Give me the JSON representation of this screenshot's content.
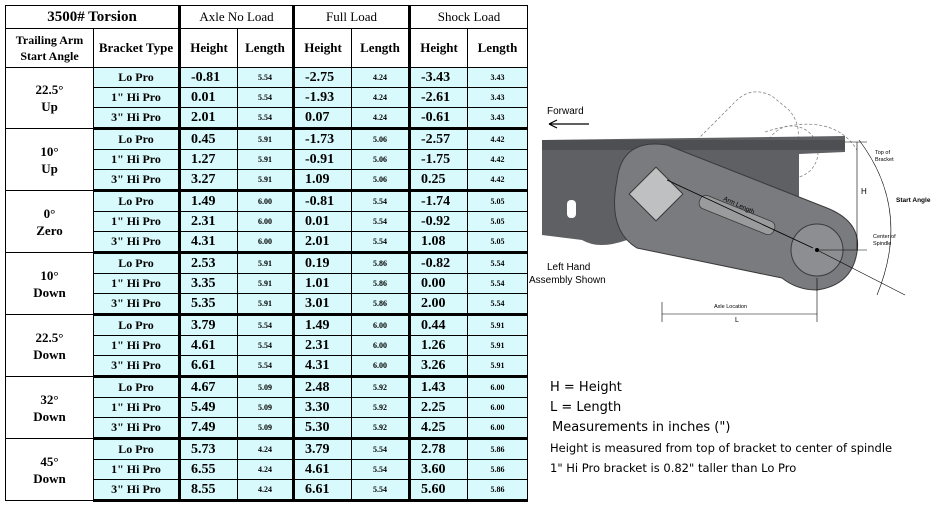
{
  "table": {
    "title": "3500# Torsion",
    "groups": [
      "Axle No Load",
      "Full Load",
      "Shock Load"
    ],
    "col_angle": "Trailing Arm Start Angle",
    "col_bracket": "Bracket Type",
    "col_height": "Height",
    "col_length": "Length",
    "sections": [
      {
        "angle": "22.5°",
        "dir": "Up",
        "rows": [
          {
            "bracket": "Lo Pro",
            "nl_h": "-0.81",
            "nl_l": "5.54",
            "fl_h": "-2.75",
            "fl_l": "4.24",
            "sl_h": "-3.43",
            "sl_l": "3.43"
          },
          {
            "bracket": "1\" Hi Pro",
            "nl_h": "0.01",
            "nl_l": "5.54",
            "fl_h": "-1.93",
            "fl_l": "4.24",
            "sl_h": "-2.61",
            "sl_l": "3.43"
          },
          {
            "bracket": "3\" Hi Pro",
            "nl_h": "2.01",
            "nl_l": "5.54",
            "fl_h": "0.07",
            "fl_l": "4.24",
            "sl_h": "-0.61",
            "sl_l": "3.43"
          }
        ]
      },
      {
        "angle": "10°",
        "dir": "Up",
        "rows": [
          {
            "bracket": "Lo Pro",
            "nl_h": "0.45",
            "nl_l": "5.91",
            "fl_h": "-1.73",
            "fl_l": "5.06",
            "sl_h": "-2.57",
            "sl_l": "4.42"
          },
          {
            "bracket": "1\" Hi Pro",
            "nl_h": "1.27",
            "nl_l": "5.91",
            "fl_h": "-0.91",
            "fl_l": "5.06",
            "sl_h": "-1.75",
            "sl_l": "4.42"
          },
          {
            "bracket": "3\" Hi Pro",
            "nl_h": "3.27",
            "nl_l": "5.91",
            "fl_h": "1.09",
            "fl_l": "5.06",
            "sl_h": "0.25",
            "sl_l": "4.42"
          }
        ]
      },
      {
        "angle": "0°",
        "dir": "Zero",
        "rows": [
          {
            "bracket": "Lo Pro",
            "nl_h": "1.49",
            "nl_l": "6.00",
            "fl_h": "-0.81",
            "fl_l": "5.54",
            "sl_h": "-1.74",
            "sl_l": "5.05"
          },
          {
            "bracket": "1\" Hi Pro",
            "nl_h": "2.31",
            "nl_l": "6.00",
            "fl_h": "0.01",
            "fl_l": "5.54",
            "sl_h": "-0.92",
            "sl_l": "5.05"
          },
          {
            "bracket": "3\" Hi Pro",
            "nl_h": "4.31",
            "nl_l": "6.00",
            "fl_h": "2.01",
            "fl_l": "5.54",
            "sl_h": "1.08",
            "sl_l": "5.05"
          }
        ]
      },
      {
        "angle": "10°",
        "dir": "Down",
        "rows": [
          {
            "bracket": "Lo Pro",
            "nl_h": "2.53",
            "nl_l": "5.91",
            "fl_h": "0.19",
            "fl_l": "5.86",
            "sl_h": "-0.82",
            "sl_l": "5.54"
          },
          {
            "bracket": "1\" Hi Pro",
            "nl_h": "3.35",
            "nl_l": "5.91",
            "fl_h": "1.01",
            "fl_l": "5.86",
            "sl_h": "0.00",
            "sl_l": "5.54"
          },
          {
            "bracket": "3\" Hi Pro",
            "nl_h": "5.35",
            "nl_l": "5.91",
            "fl_h": "3.01",
            "fl_l": "5.86",
            "sl_h": "2.00",
            "sl_l": "5.54"
          }
        ]
      },
      {
        "angle": "22.5°",
        "dir": "Down",
        "rows": [
          {
            "bracket": "Lo Pro",
            "nl_h": "3.79",
            "nl_l": "5.54",
            "fl_h": "1.49",
            "fl_l": "6.00",
            "sl_h": "0.44",
            "sl_l": "5.91"
          },
          {
            "bracket": "1\" Hi Pro",
            "nl_h": "4.61",
            "nl_l": "5.54",
            "fl_h": "2.31",
            "fl_l": "6.00",
            "sl_h": "1.26",
            "sl_l": "5.91"
          },
          {
            "bracket": "3\" Hi Pro",
            "nl_h": "6.61",
            "nl_l": "5.54",
            "fl_h": "4.31",
            "fl_l": "6.00",
            "sl_h": "3.26",
            "sl_l": "5.91"
          }
        ]
      },
      {
        "angle": "32°",
        "dir": "Down",
        "rows": [
          {
            "bracket": "Lo Pro",
            "nl_h": "4.67",
            "nl_l": "5.09",
            "fl_h": "2.48",
            "fl_l": "5.92",
            "sl_h": "1.43",
            "sl_l": "6.00"
          },
          {
            "bracket": "1\" Hi Pro",
            "nl_h": "5.49",
            "nl_l": "5.09",
            "fl_h": "3.30",
            "fl_l": "5.92",
            "sl_h": "2.25",
            "sl_l": "6.00"
          },
          {
            "bracket": "3\" Hi Pro",
            "nl_h": "7.49",
            "nl_l": "5.09",
            "fl_h": "5.30",
            "fl_l": "5.92",
            "sl_h": "4.25",
            "sl_l": "6.00"
          }
        ]
      },
      {
        "angle": "45°",
        "dir": "Down",
        "rows": [
          {
            "bracket": "Lo Pro",
            "nl_h": "5.73",
            "nl_l": "4.24",
            "fl_h": "3.79",
            "fl_l": "5.54",
            "sl_h": "2.78",
            "sl_l": "5.86"
          },
          {
            "bracket": "1\" Hi Pro",
            "nl_h": "6.55",
            "nl_l": "4.24",
            "fl_h": "4.61",
            "fl_l": "5.54",
            "sl_h": "3.60",
            "sl_l": "5.86"
          },
          {
            "bracket": "3\" Hi Pro",
            "nl_h": "8.55",
            "nl_l": "4.24",
            "fl_h": "6.61",
            "fl_l": "5.54",
            "sl_h": "5.60",
            "sl_l": "5.86"
          }
        ]
      }
    ]
  },
  "diagram": {
    "forward": "Forward",
    "arm_length": "Arm Length",
    "top_of_bracket_1": "Top of",
    "top_of_bracket_2": "Bracket",
    "h": "H",
    "start_angle": "Start Angle",
    "center_spindle_1": "Center of",
    "center_spindle_2": "Spindle",
    "left_hand_1": "Left Hand",
    "left_hand_2": "Assembly Shown",
    "axle_location": "Axle Location",
    "l": "L",
    "colors": {
      "steel": "#5f6063",
      "steel_light": "#7a7b7e",
      "line": "#000000",
      "dashed": "#888888"
    }
  },
  "notes": [
    "H = Height",
    "L = Length",
    "Measurements in inches (\")",
    "Height is measured from top of bracket to center of spindle",
    "1\" Hi Pro bracket is 0.82\" taller than Lo Pro"
  ],
  "colors": {
    "row_fill": "#d9fafc",
    "border": "#000000"
  }
}
